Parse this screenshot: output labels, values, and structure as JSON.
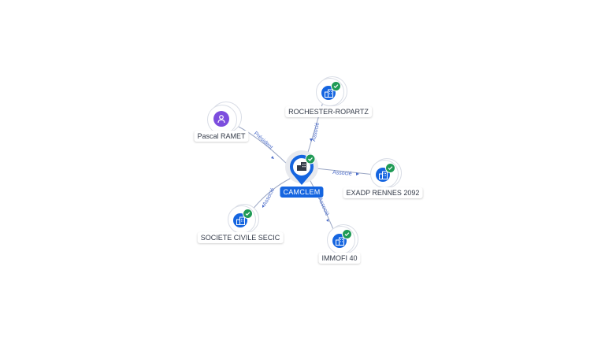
{
  "graph": {
    "center": {
      "label": "CAMCLEM",
      "icon": "building-icon",
      "verified": true
    },
    "nodes": [
      {
        "id": "rochester",
        "label": "ROCHESTER-ROPARTZ",
        "icon": "building-icon",
        "verified": true
      },
      {
        "id": "pascal",
        "label": "Pascal RAMET",
        "icon": "person-icon",
        "verified": false
      },
      {
        "id": "exadp",
        "label": "EXADP RENNES 2092",
        "icon": "building-icon",
        "verified": true
      },
      {
        "id": "secic",
        "label": "SOCIETE CIVILE SECIC",
        "icon": "building-icon",
        "verified": true
      },
      {
        "id": "immofi",
        "label": "IMMOFI 40",
        "icon": "building-icon",
        "verified": true
      }
    ],
    "edges": [
      {
        "from": "center",
        "to": "rochester",
        "label": "Associé"
      },
      {
        "from": "pascal",
        "to": "center",
        "label": "Président"
      },
      {
        "from": "center",
        "to": "exadp",
        "label": "Associé"
      },
      {
        "from": "center",
        "to": "secic",
        "label": "Associé"
      },
      {
        "from": "center",
        "to": "immofi",
        "label": "Associé"
      }
    ]
  },
  "colors": {
    "primary": "#1565e0",
    "person": "#7c4dde",
    "verified": "#1f9a55",
    "edge": "#9aa6c4",
    "edge_label": "#4b6cc9"
  }
}
